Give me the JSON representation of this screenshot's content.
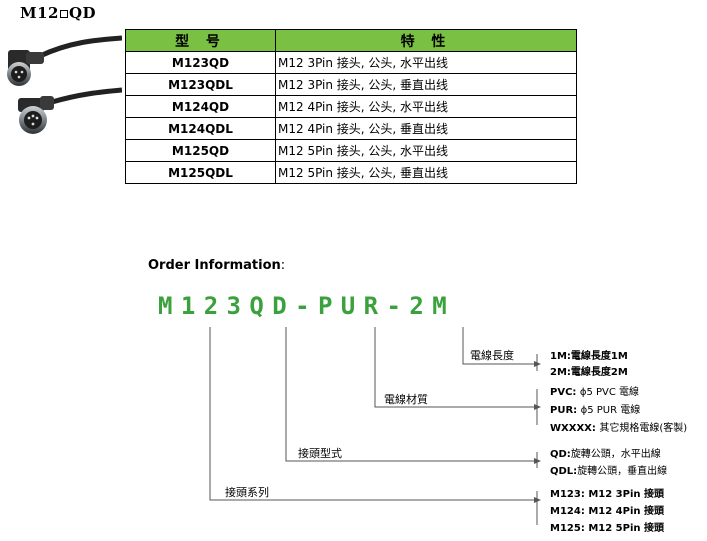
{
  "header": {
    "title_prefix": "M12",
    "title_suffix": "QD"
  },
  "spec_table": {
    "columns": [
      "型 号",
      "特 性"
    ],
    "rows": [
      {
        "model": "M123QD",
        "feature": "M12 3Pin 接头, 公头, 水平出线"
      },
      {
        "model": "M123QDL",
        "feature": "M12 3Pin 接头, 公头, 垂直出线"
      },
      {
        "model": "M124QD",
        "feature": "M12 4Pin 接头, 公头, 水平出线"
      },
      {
        "model": "M124QDL",
        "feature": "M12 4Pin 接头, 公头, 垂直出线"
      },
      {
        "model": "M125QD",
        "feature": "M12 5Pin 接头, 公头, 水平出线"
      },
      {
        "model": "M125QDL",
        "feature": "M12 5Pin 接头, 公头, 垂直出线"
      }
    ]
  },
  "order": {
    "title": "Order Information",
    "colon": ":",
    "code": "M123QD-PUR-2M",
    "groups": [
      {
        "label": "電線長度",
        "options": [
          {
            "key": "1M:",
            "text": "電線長度1M"
          },
          {
            "key": "2M:",
            "text": "電線長度2M"
          }
        ]
      },
      {
        "label": "電線材質",
        "options": [
          {
            "key": "PVC:",
            "text": "ϕ5 PVC 電線"
          },
          {
            "key": "PUR:",
            "text": "ϕ5 PUR 電線"
          },
          {
            "key": "WXXXX:",
            "text": "其它規格電線(客製)"
          }
        ]
      },
      {
        "label": "接頭型式",
        "options": [
          {
            "key": "QD:",
            "text": "旋轉公頭，水平出線"
          },
          {
            "key": "QDL:",
            "text": "旋轉公頭，垂直出線"
          }
        ]
      },
      {
        "label": "接頭系列",
        "options": [
          {
            "key": "M123:",
            "text": "M12 3Pin 接頭"
          },
          {
            "key": "M124:",
            "text": "M12 4Pin 接頭"
          },
          {
            "key": "M125:",
            "text": "M12 5Pin 接頭"
          }
        ]
      }
    ]
  },
  "colors": {
    "header_green": "#7ac043",
    "code_green": "#3aa13c"
  }
}
